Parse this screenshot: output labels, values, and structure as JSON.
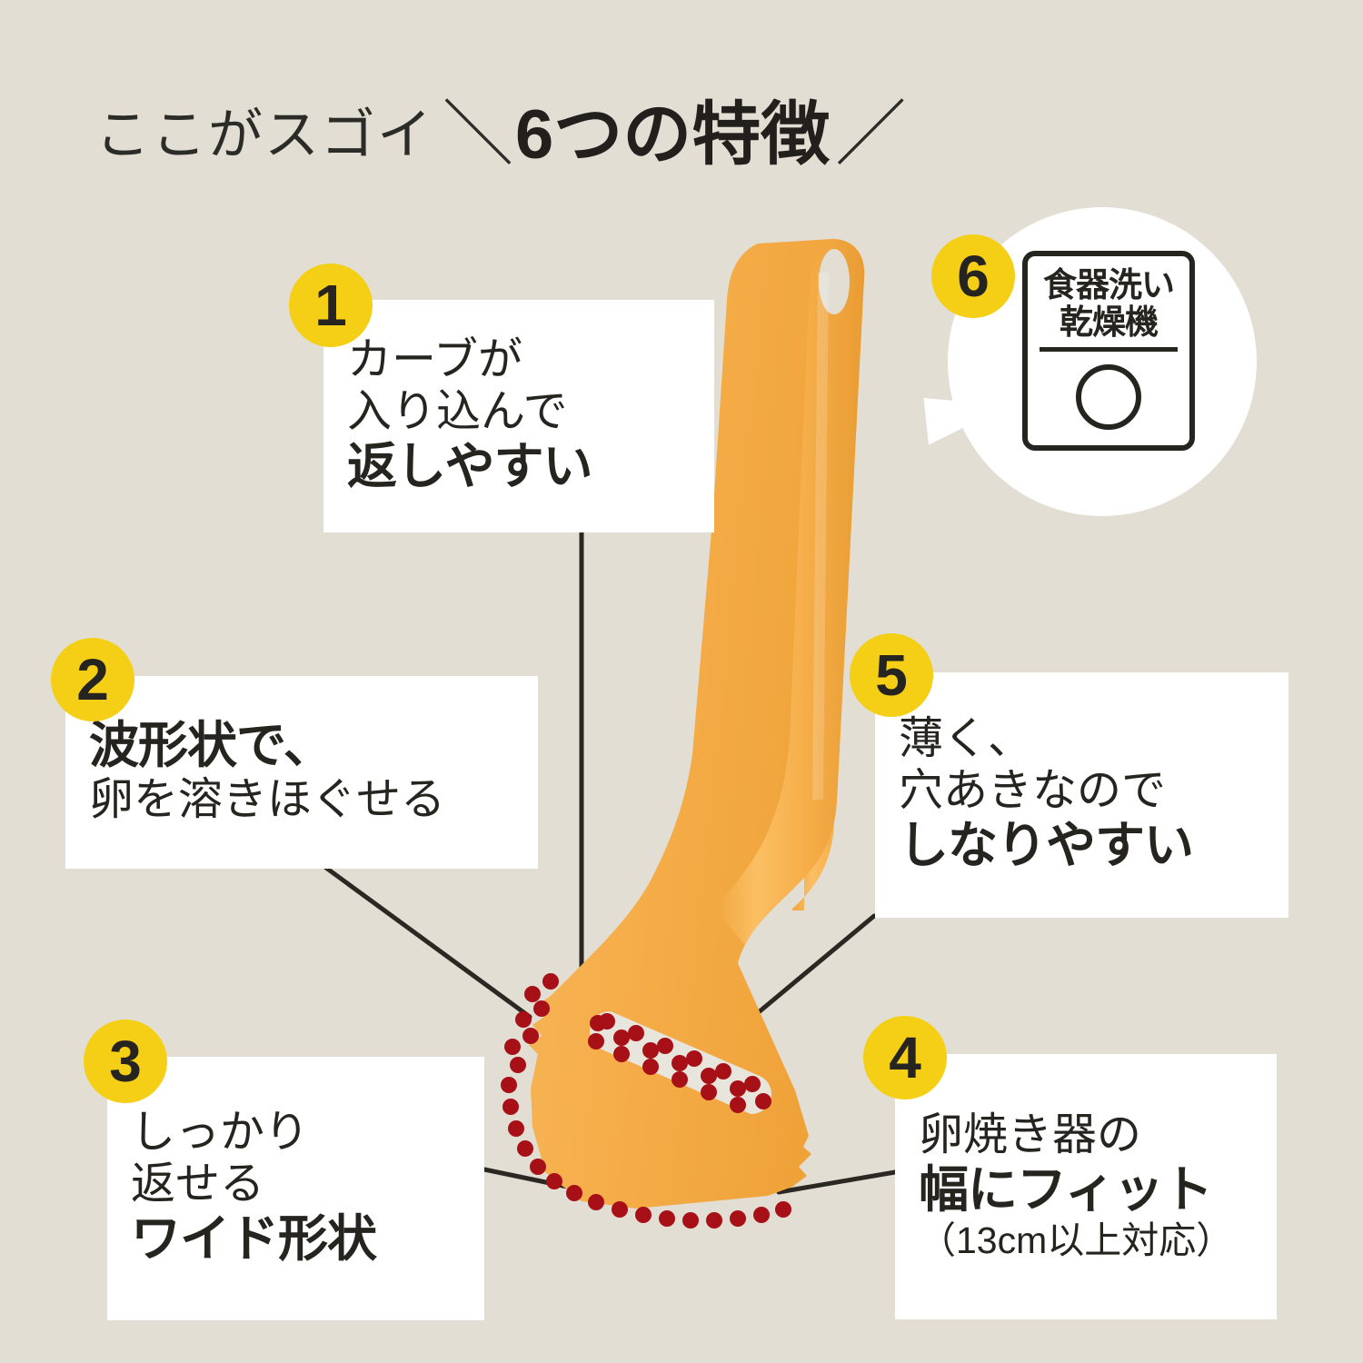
{
  "page": {
    "background_color": "#e2ded4",
    "accent_yellow": "#f5ce16",
    "product_orange": "#f5ae49",
    "highlight_red": "#a81018",
    "text_color": "#26241f"
  },
  "headline": {
    "lead": "ここがスゴイ",
    "slash_left": "＼",
    "emphasis": "6つの特徴",
    "slash_right": "／"
  },
  "features": [
    {
      "number": "1",
      "lines": [
        {
          "text": "カーブが",
          "bold": false
        },
        {
          "text": "入り込んで",
          "bold": false
        },
        {
          "text": "返しやすい",
          "bold": true
        }
      ]
    },
    {
      "number": "2",
      "lines": [
        {
          "text": "波形状で、",
          "bold": true
        },
        {
          "text": "卵を溶きほぐせる",
          "bold": false
        }
      ]
    },
    {
      "number": "3",
      "lines": [
        {
          "text": "しっかり",
          "bold": false
        },
        {
          "text": "返せる",
          "bold": false
        },
        {
          "text": "ワイド形状",
          "bold": true
        }
      ]
    },
    {
      "number": "4",
      "lines": [
        {
          "text": "卵焼き器の",
          "bold": false
        },
        {
          "text": "幅にフィット",
          "bold": true
        },
        {
          "text": "（13cm以上対応）",
          "bold": false
        }
      ]
    },
    {
      "number": "5",
      "lines": [
        {
          "text": "薄く、",
          "bold": false
        },
        {
          "text": "穴あきなので",
          "bold": false
        },
        {
          "text": "しなりやすい",
          "bold": true
        }
      ]
    },
    {
      "number": "6",
      "badge": {
        "line1": "食器洗い",
        "line2": "乾燥機",
        "symbol": "○"
      }
    }
  ],
  "product": {
    "name": "egg-turner-spatula",
    "color": "#f5ae49",
    "has_hanging_hole": true,
    "has_slot": true,
    "has_wavy_edges": true
  }
}
